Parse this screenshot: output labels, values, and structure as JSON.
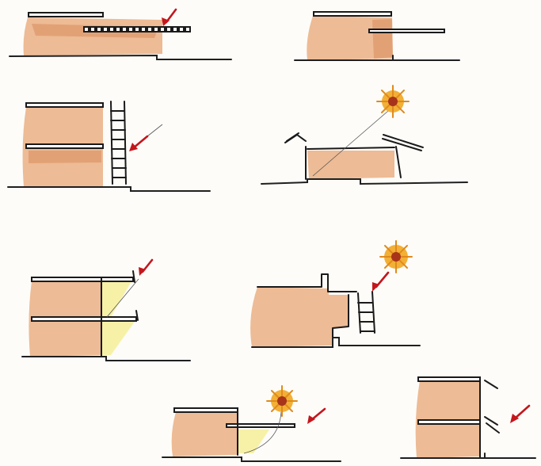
{
  "sheet": {
    "palette": {
      "wall_wash": "#e7a673",
      "ink": "#1a1a1a",
      "arrow": "#c4161c",
      "light": "#f6ef9a",
      "sun": "#e08a1c"
    },
    "panels": [
      {
        "id": "horizontal-louvered-overhang",
        "elements": [
          "floor-slab",
          "roof-slab",
          "louver-blades",
          "arrow"
        ]
      },
      {
        "id": "horizontal-projecting-shelf",
        "elements": [
          "floor-slab",
          "roof-slab",
          "projecting-shelf"
        ]
      },
      {
        "id": "vertical-ladder-fins",
        "elements": [
          "two-storey-wall",
          "ladder-fins",
          "arrow"
        ]
      },
      {
        "id": "tilted-roof-overhangs",
        "elements": [
          "wall",
          "tilted-canopies",
          "sun",
          "sun-ray"
        ]
      },
      {
        "id": "stacked-angled-louvers",
        "elements": [
          "two-storey-wall",
          "angled-louvers",
          "light-wedges",
          "arrow"
        ]
      },
      {
        "id": "stepped-facade-screen",
        "elements": [
          "stepped-wall",
          "screen-fins",
          "sun",
          "arrow"
        ]
      },
      {
        "id": "canopy-shelf-with-sun",
        "elements": [
          "wall",
          "canopy",
          "sun",
          "arrow"
        ]
      },
      {
        "id": "multi-level-sloped-louvers",
        "elements": [
          "three-level-wall",
          "sloped-louvers",
          "arrow"
        ]
      }
    ]
  }
}
